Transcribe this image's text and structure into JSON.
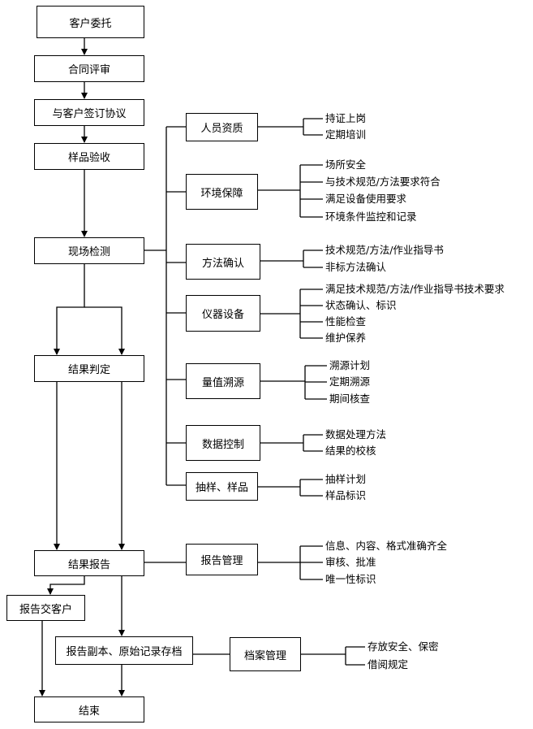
{
  "flow": {
    "client_entrust": "客户委托",
    "contract_review": "合同评审",
    "sign_agreement": "与客户签订协议",
    "sample_acceptance": "样品验收",
    "onsite_testing": "现场检测",
    "result_judgment": "结果判定",
    "result_report": "结果报告",
    "report_to_client": "报告交客户",
    "report_copy_archive": "报告副本、原始记录存档",
    "end": "结束"
  },
  "controls": [
    {
      "label": "人员资质",
      "items": [
        "持证上岗",
        "定期培训"
      ]
    },
    {
      "label": "环境保障",
      "items": [
        "场所安全",
        "与技术规范/方法要求符合",
        "满足设备使用要求",
        "环境条件监控和记录"
      ]
    },
    {
      "label": "方法确认",
      "items": [
        "技术规范/方法/作业指导书",
        "非标方法确认"
      ]
    },
    {
      "label": "仪器设备",
      "items": [
        "满足技术规范/方法/作业指导书技术要求",
        "状态确认、标识",
        "性能检查",
        "维护保养"
      ]
    },
    {
      "label": "量值溯源",
      "items": [
        "溯源计划",
        "定期溯源",
        "期间核查"
      ]
    },
    {
      "label": "数据控制",
      "items": [
        "数据处理方法",
        "结果的校核"
      ]
    },
    {
      "label": "抽样、样品",
      "items": [
        "抽样计划",
        "样品标识"
      ]
    }
  ],
  "report_management": {
    "label": "报告管理",
    "items": [
      "信息、内容、格式准确齐全",
      "审核、批准",
      "唯一性标识"
    ]
  },
  "archive_management": {
    "label": "档案管理",
    "items": [
      "存放安全、保密",
      "借阅规定"
    ]
  }
}
